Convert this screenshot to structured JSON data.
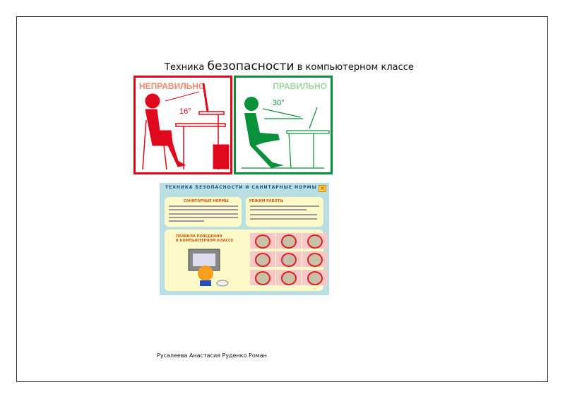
{
  "title": {
    "pre": "Техника ",
    "main": "безопасности",
    "post": " в компьютерном классе"
  },
  "wrong_panel": {
    "label": "НЕПРАВИЛЬНО",
    "angle": "16°",
    "color": "#e0081c"
  },
  "right_panel": {
    "label": "ПРАВИЛЬНО",
    "angle": "30°",
    "color": "#08903a"
  },
  "info_image": {
    "heading": "ТЕХНИКА БЕЗОПАСНОСТИ И САНИТАРНЫЕ НОРМЫ",
    "sanitary": "САНИТАРНЫЕ НОРМЫ",
    "work_mode": "РЕЖИМ РАБОТЫ",
    "behavior_1": "ПРАВИЛА ПОВЕДЕНИЯ",
    "behavior_2": "В КОМПЬЮТЕРНОМ КЛАССЕ"
  },
  "footer": "Русалеева Анастасия Руденко Роман"
}
